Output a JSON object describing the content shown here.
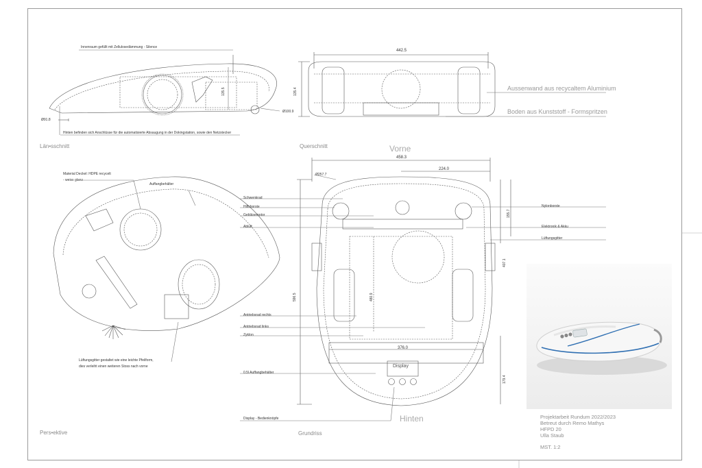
{
  "sections": {
    "laengsschnitt": "Län•sschnitt",
    "querschnitt": "Querschnitt",
    "perspektive": "Pers•ektive",
    "grundriss": "Grundriss"
  },
  "orientation": {
    "front": "Vorne",
    "back": "Hinten"
  },
  "laengsschnitt": {
    "inner_note": "Innenraum gefüllt mit Zellulosedämmung - Silence",
    "rear_note": "Hinten befinden sich Anschlüsse für die automatisierte Absaugung in der Dokingstation, sowie den Netzstecker",
    "dim_left": "Ø91.8",
    "dim_right": "Ø100.9",
    "dim_height": "135.5"
  },
  "querschnitt": {
    "width": "442.5",
    "height": "135.4",
    "wall": "Aussenwand aus recycaltem Aluminium",
    "bottom": "Boden aus Kunststoff - Formspritzen"
  },
  "perspektive": {
    "material": "Material Deckel: HDPE recycelt",
    "finish": "- weiss glanz",
    "bin": "Auffangbehälter",
    "vent": "Lüftungsgitter gestaltet wie eine leichte Pfeilform,",
    "vent2": "dies verleiht einen weiteren Stoss nach vorne"
  },
  "grundriss": {
    "dim_total_width": "458.3",
    "dim_half": "224.0",
    "dim_brush": "Ø257.7",
    "dim_side": "155.7",
    "dim_depth": "407.1",
    "dim_length": "596.5",
    "dim_inner": "480.9",
    "dim_bottom": "376.0",
    "dim_rear": "179.4",
    "display": "Display",
    "left_labels": [
      "Schwenkrad",
      "Hilfsborste",
      "Gebläsemotor",
      "Abluft",
      "Antriebsrad rechts",
      "Antriebsrad links",
      "Zyklon",
      "0.5l Auffangbehälter",
      "Display - Bedienknöpfe"
    ],
    "right_labels": [
      "Nylonborste",
      "Elektronik & Akku",
      "Lüftungsgitter"
    ]
  },
  "project": {
    "line1": "Projektarbeit Rundum 2022/2023",
    "line2": "Betreut durch Remo Mathys",
    "line3": "HFPD 20",
    "line4": "Ulla Staub",
    "scale": "MST. 1:2"
  }
}
